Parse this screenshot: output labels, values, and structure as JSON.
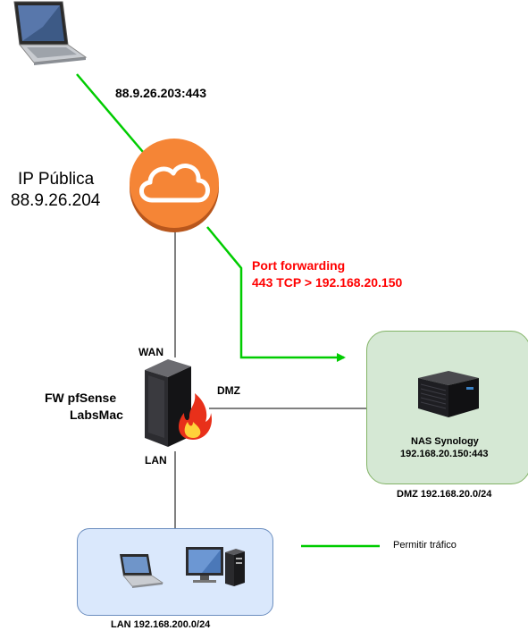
{
  "public_ip_label": "IP Pública",
  "public_ip_value": "88.9.26.204",
  "remote_endpoint": "88.9.26.203:443",
  "firewall": {
    "name_line1": "FW pfSense",
    "name_line2": "LabsMac"
  },
  "interfaces": {
    "wan": "WAN",
    "dmz": "DMZ",
    "lan": "LAN"
  },
  "port_forwarding": {
    "title": "Port forwarding",
    "rule": "443 TCP > 192.168.20.150",
    "color": "#ff0000"
  },
  "nas": {
    "name": "NAS Synology",
    "address": "192.168.20.150:443"
  },
  "dmz_zone_label": "DMZ 192.168.20.0/24",
  "lan_zone_label": "LAN 192.168.200.0/24",
  "legend": {
    "label": "Permitir tráfico",
    "color": "#00cc00"
  },
  "colors": {
    "cloud_orange": "#f58536",
    "dmz_fill": "#d5e8d4",
    "lan_fill": "#dae8fc",
    "traffic_line": "#00cc00"
  },
  "icons": [
    "laptop-icon",
    "cloud-icon",
    "firewall-icon",
    "nas-server-icon",
    "lan-laptop-icon",
    "lan-desktop-icon"
  ]
}
